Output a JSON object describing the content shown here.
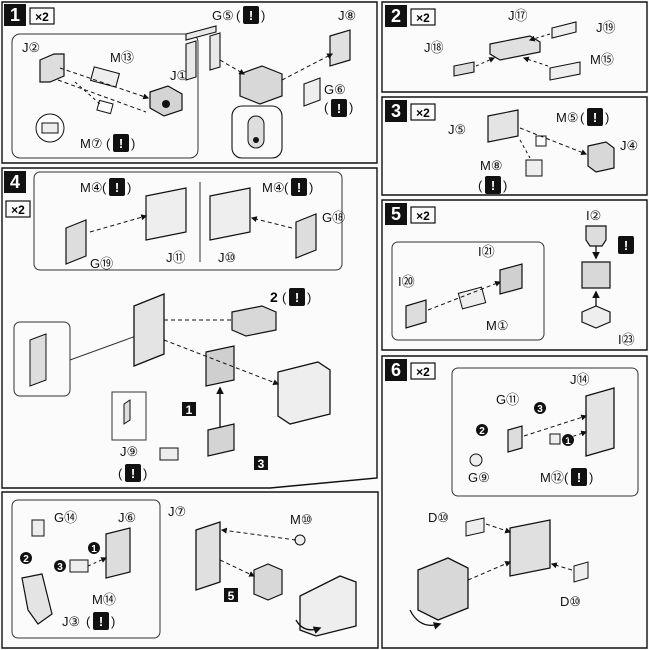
{
  "multiplier": "×2",
  "attention": "!",
  "steps": {
    "s1": {
      "num": "1",
      "qty": "×2"
    },
    "s2": {
      "num": "2",
      "qty": "×2"
    },
    "s3": {
      "num": "3",
      "qty": "×2"
    },
    "s4": {
      "num": "4",
      "qty": "×2"
    },
    "s5": {
      "num": "5",
      "qty": "×2"
    },
    "s6": {
      "num": "6",
      "qty": "×2"
    }
  },
  "parts": {
    "s1": {
      "G5": "G⑤",
      "J8": "J⑧",
      "J2": "J②",
      "M13": "M⑬",
      "J1": "J①",
      "G6": "G⑥",
      "M7": "M⑦"
    },
    "s2": {
      "J17": "J⑰",
      "J19": "J⑲",
      "J18": "J⑱",
      "M15": "M⑮"
    },
    "s3": {
      "J5": "J⑤",
      "M5": "M⑤",
      "J4": "J④",
      "M8": "M⑧"
    },
    "s4": {
      "M4a": "M④",
      "M4b": "M④",
      "G18": "G⑱",
      "G19": "G⑲",
      "J11": "J⑪",
      "J10": "J⑩",
      "ref2": "2",
      "ref1": "1",
      "ref3": "3",
      "J9": "J⑨"
    },
    "s5": {
      "I2": "I②",
      "I20": "I⑳",
      "I21": "I㉑",
      "M1": "M①",
      "I23": "I㉓"
    },
    "s6": {
      "J14": "J⑭",
      "G11": "G⑪",
      "G9": "G⑨",
      "M12": "M⑫",
      "n1": "1",
      "n2": "2",
      "n3": "3"
    },
    "s7": {
      "G14": "G⑭",
      "J6": "J⑥",
      "M14": "M⑭",
      "J3": "J③",
      "J7": "J⑦",
      "M10": "M⑩",
      "ref5": "5",
      "D10a": "D⑩",
      "D10b": "D⑩",
      "n1": "1",
      "n2": "2",
      "n3": "3"
    }
  }
}
